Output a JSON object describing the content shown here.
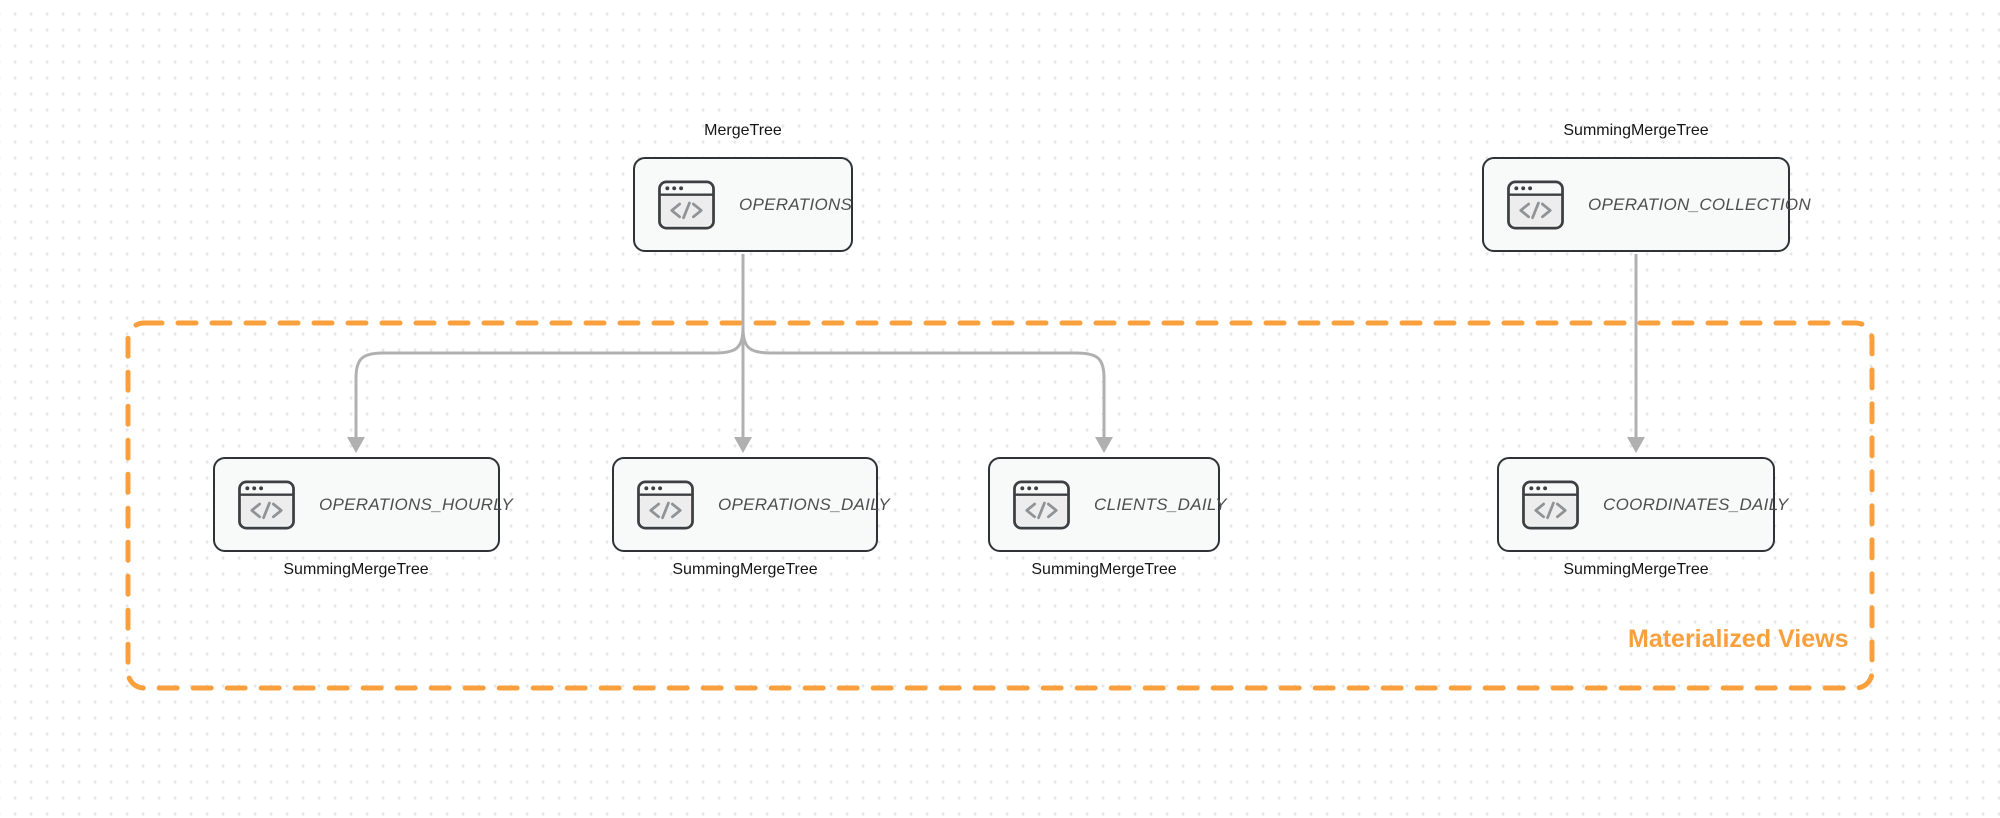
{
  "diagram": {
    "group_label": "Materialized Views",
    "nodes": [
      {
        "table": "OPERATIONS",
        "engine": "MergeTree"
      },
      {
        "table": "OPERATION_COLLECTION",
        "engine": "SummingMergeTree"
      },
      {
        "table": "OPERATIONS_HOURLY",
        "engine": "SummingMergeTree"
      },
      {
        "table": "OPERATIONS_DAILY",
        "engine": "SummingMergeTree"
      },
      {
        "table": "CLIENTS_DAILY",
        "engine": "SummingMergeTree"
      },
      {
        "table": "COORDINATES_DAILY",
        "engine": "SummingMergeTree"
      }
    ],
    "edges": [
      {
        "from": "OPERATIONS",
        "to": "OPERATIONS_HOURLY"
      },
      {
        "from": "OPERATIONS",
        "to": "OPERATIONS_DAILY"
      },
      {
        "from": "OPERATIONS",
        "to": "CLIENTS_DAILY"
      },
      {
        "from": "OPERATION_COLLECTION",
        "to": "COORDINATES_DAILY"
      }
    ],
    "colors": {
      "accent_orange": "#f9a03c",
      "arrow_gray": "#b0b0b0",
      "node_border": "#2f3336",
      "node_background": "#f8f9f9"
    },
    "icon": "code-window-icon"
  }
}
